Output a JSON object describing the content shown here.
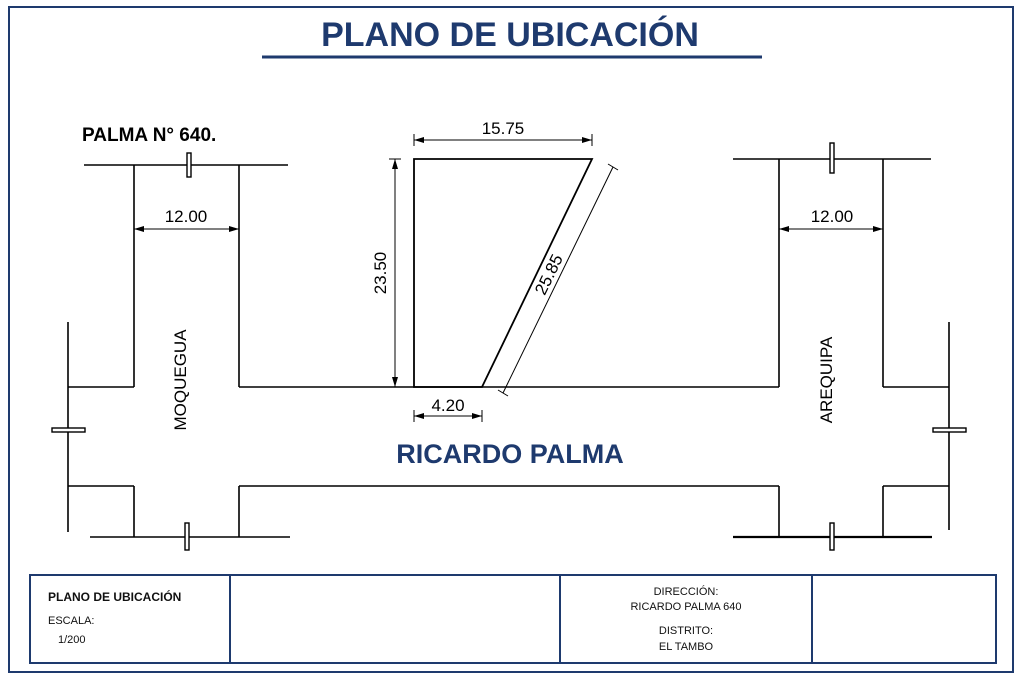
{
  "title": "PLANO DE UBICACIÓN",
  "lot_label": "PALMA N° 640.",
  "dims": {
    "front_top": "15.75",
    "left_side": "23.50",
    "diagonal": "25.85",
    "front_bottom": "4.20",
    "street_left_width": "12.00",
    "street_right_width": "12.00"
  },
  "streets": {
    "main": "RICARDO  PALMA",
    "left": "MOQUEGUA",
    "right": "AREQUIPA"
  },
  "titleblock": {
    "plan_title": "PLANO DE UBICACIÓN",
    "scale_label": "ESCALA:",
    "scale_value": "1/200",
    "address_label": "DIRECCIÓN:",
    "address_value": "RICARDO PALMA 640",
    "district_label": "DISTRITO:",
    "district_value": "EL TAMBO"
  },
  "colors": {
    "accent": "#1e3a6e",
    "line": "#000000"
  }
}
